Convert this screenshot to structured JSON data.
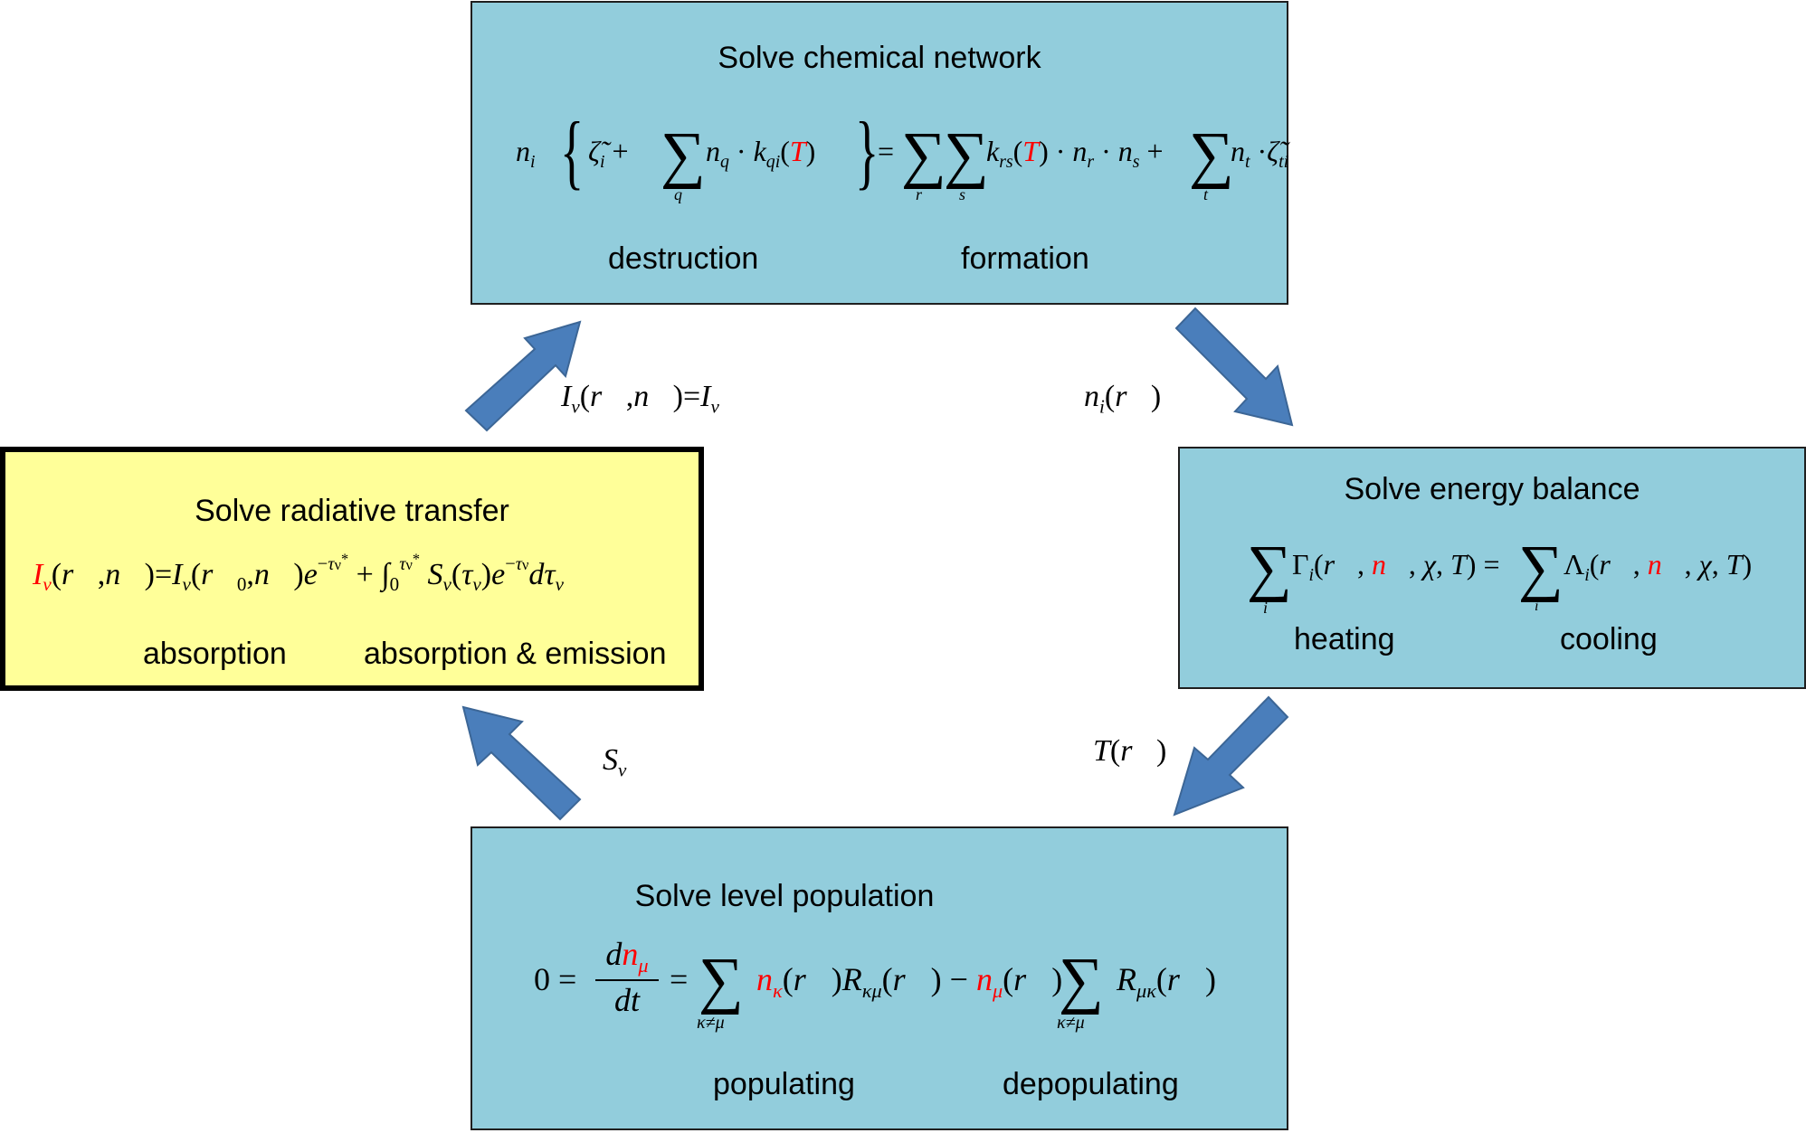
{
  "boxes": {
    "chemical": {
      "title": "Solve chemical network",
      "left_label": "destruction",
      "right_label": "formation"
    },
    "energy": {
      "title": "Solve energy balance",
      "left_label": "heating",
      "right_label": "cooling"
    },
    "level": {
      "title": "Solve level population",
      "left_label": "populating",
      "right_label": "depopulating"
    },
    "radiative": {
      "title": "Solve radiative transfer",
      "left_label": "absorption",
      "right_label": "absorption & emission"
    }
  },
  "arrow_labels": {
    "intensity": "I_ν(r⃗,n⃗)=I_ν",
    "density": "n_i(r⃗)",
    "temperature": "T(r⃗)",
    "source": "S_ν"
  },
  "colors": {
    "box_fill": "#92cddc",
    "highlight_fill": "#ffff99",
    "arrow_fill": "#4a7ebb",
    "highlight_text": "#ff0000"
  }
}
